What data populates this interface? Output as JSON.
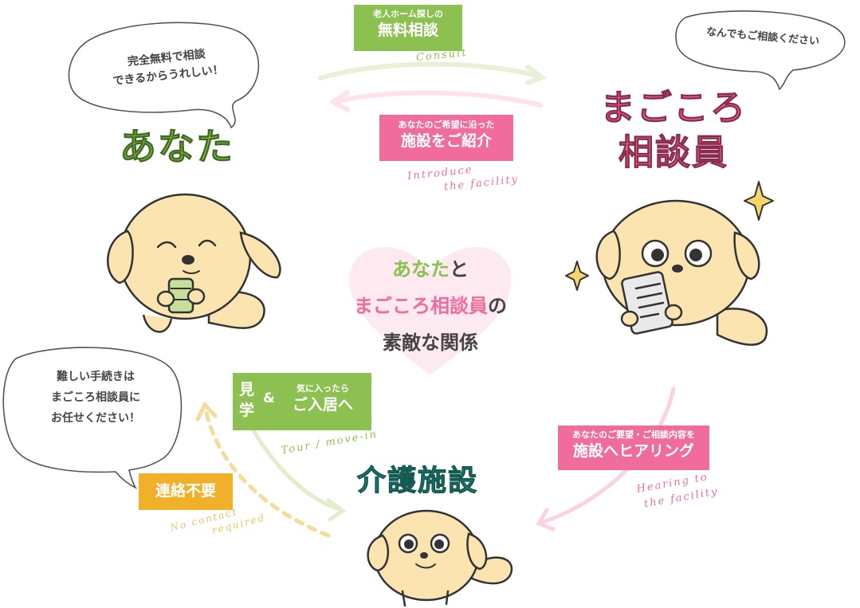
{
  "bubbles": {
    "you": {
      "line1": "完全無料で相談",
      "line2": "できるからうれしい！"
    },
    "consultant": {
      "line1": "なんでもご相談ください"
    },
    "procedure": {
      "line1": "難しい手続きは",
      "line2": "まごころ相談員に",
      "line3": "お任せください！"
    }
  },
  "titles": {
    "you": "あなた",
    "consultant_line1": "まごころ",
    "consultant_line2": "相談員",
    "facility": "介護施設"
  },
  "center": {
    "line1_a": "あなた",
    "line1_b": "と",
    "line2_a": "まごころ相談員",
    "line2_b": "の",
    "line3": "素敵な関係"
  },
  "tags": {
    "consult": {
      "small": "老人ホーム探しの",
      "large": "無料相談",
      "script": "Consult"
    },
    "introduce": {
      "small": "あなたのご希望に沿った",
      "large": "施設をご紹介",
      "script_line1": "Introduce",
      "script_line2": "the facility"
    },
    "tour": {
      "left_top": "見",
      "left_bottom": "学",
      "amp": "&",
      "small": "気に入ったら",
      "large": "ご入居へ",
      "script": "Tour / move-in"
    },
    "hearing": {
      "small": "あなたのご要望・ご相談内容を",
      "large": "施設へヒアリング",
      "script_line1": "Hearing to",
      "script_line2": "the facility"
    },
    "nocontact": {
      "large": "連絡不要",
      "script_line1": "No contact",
      "script_line2": "required"
    }
  },
  "colors": {
    "green": "#8cc152",
    "pink": "#f06d9b",
    "orange": "#f0b02a",
    "teal": "#2a9d8f",
    "dog": "#fbe4b0",
    "outline": "#333333"
  }
}
